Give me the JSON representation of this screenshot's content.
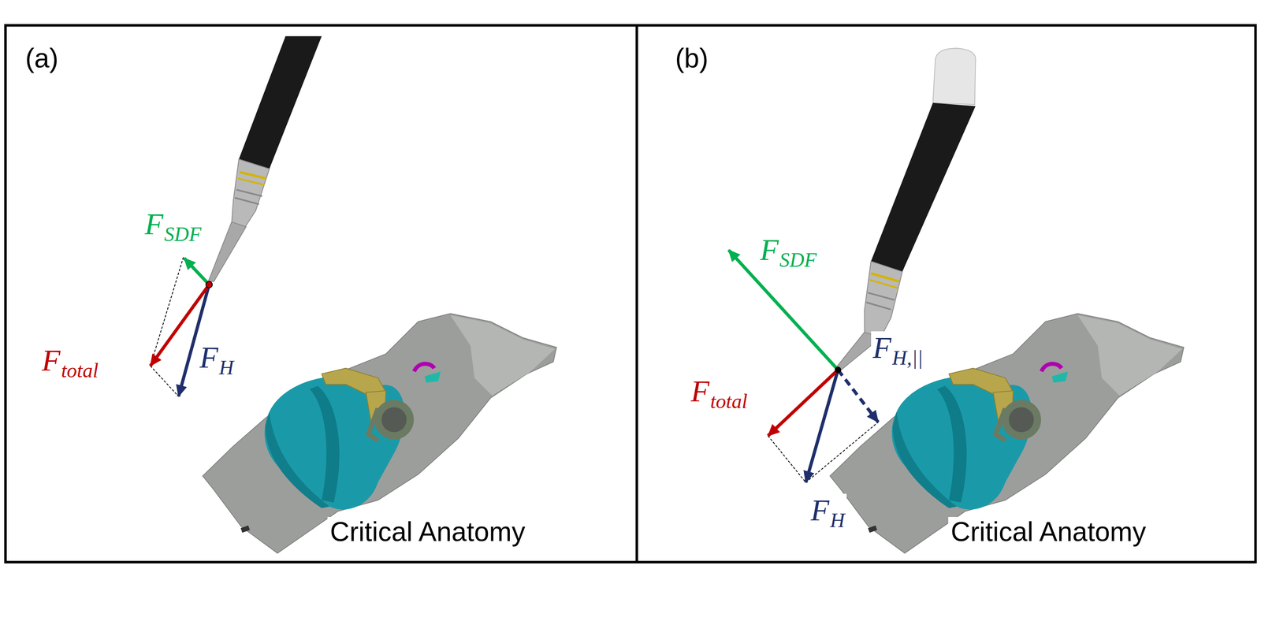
{
  "diagram": {
    "nodes": [
      {
        "text": [
          "(a)",
          "Critical Anatomy"
        ]
      },
      {
        "text": [
          "(b)",
          "Critical Anatomy"
        ]
      }
    ],
    "labels": [
      "F",
      "SDF",
      "F",
      "total",
      "F",
      "H",
      "F",
      "SDF",
      "F",
      "H,||",
      "F",
      "total",
      "F",
      "H"
    ]
  }
}
